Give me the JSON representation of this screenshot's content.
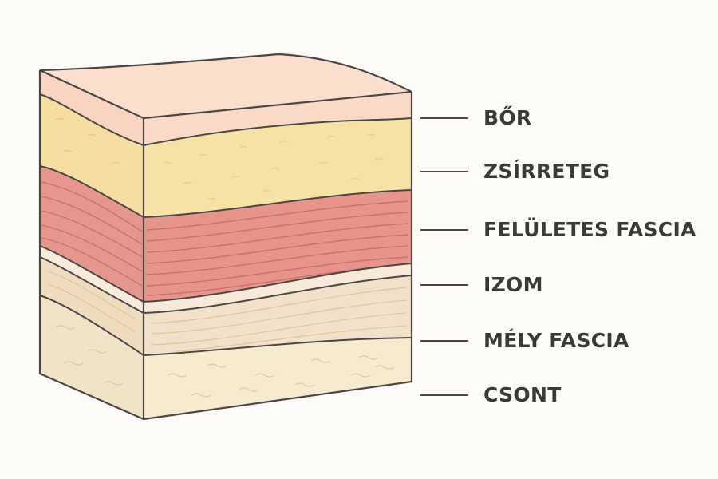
{
  "labels": [
    "BŐR",
    "ZSÍRRETEG",
    "FELÜLETES FASCIA",
    "IZOM",
    "MÉLY FASCIA",
    "CSONT"
  ],
  "colors": {
    "background": "#fcfbf7",
    "outline": "#4a4744",
    "skin": "#fad9c6",
    "fat": "#f7e2a5",
    "muscle": "#e7948b",
    "superficial_fascia": "#f7ead8",
    "deep_fascia": "#f1e1c8",
    "bone": "#f6eacf"
  }
}
